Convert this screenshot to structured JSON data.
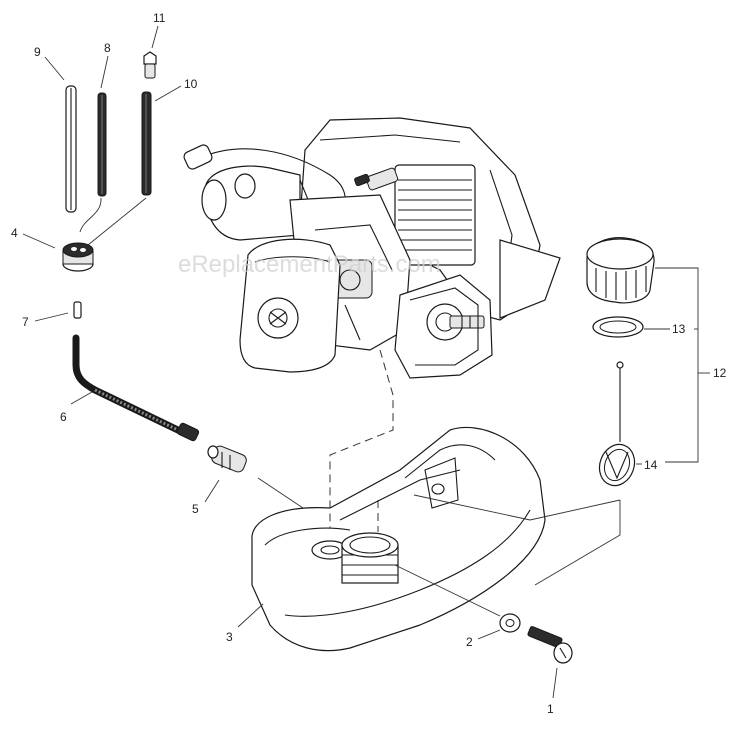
{
  "watermark": "eReplacementParts.com",
  "callouts": {
    "n1": "1",
    "n2": "2",
    "n3": "3",
    "n4": "4",
    "n5": "5",
    "n6": "6",
    "n7": "7",
    "n8": "8",
    "n9": "9",
    "n10": "10",
    "n11": "11",
    "n12": "12",
    "n13": "13",
    "n14": "14"
  },
  "colors": {
    "ink": "#1a1a1a",
    "background": "#ffffff",
    "watermark": "#d0d0d0"
  }
}
